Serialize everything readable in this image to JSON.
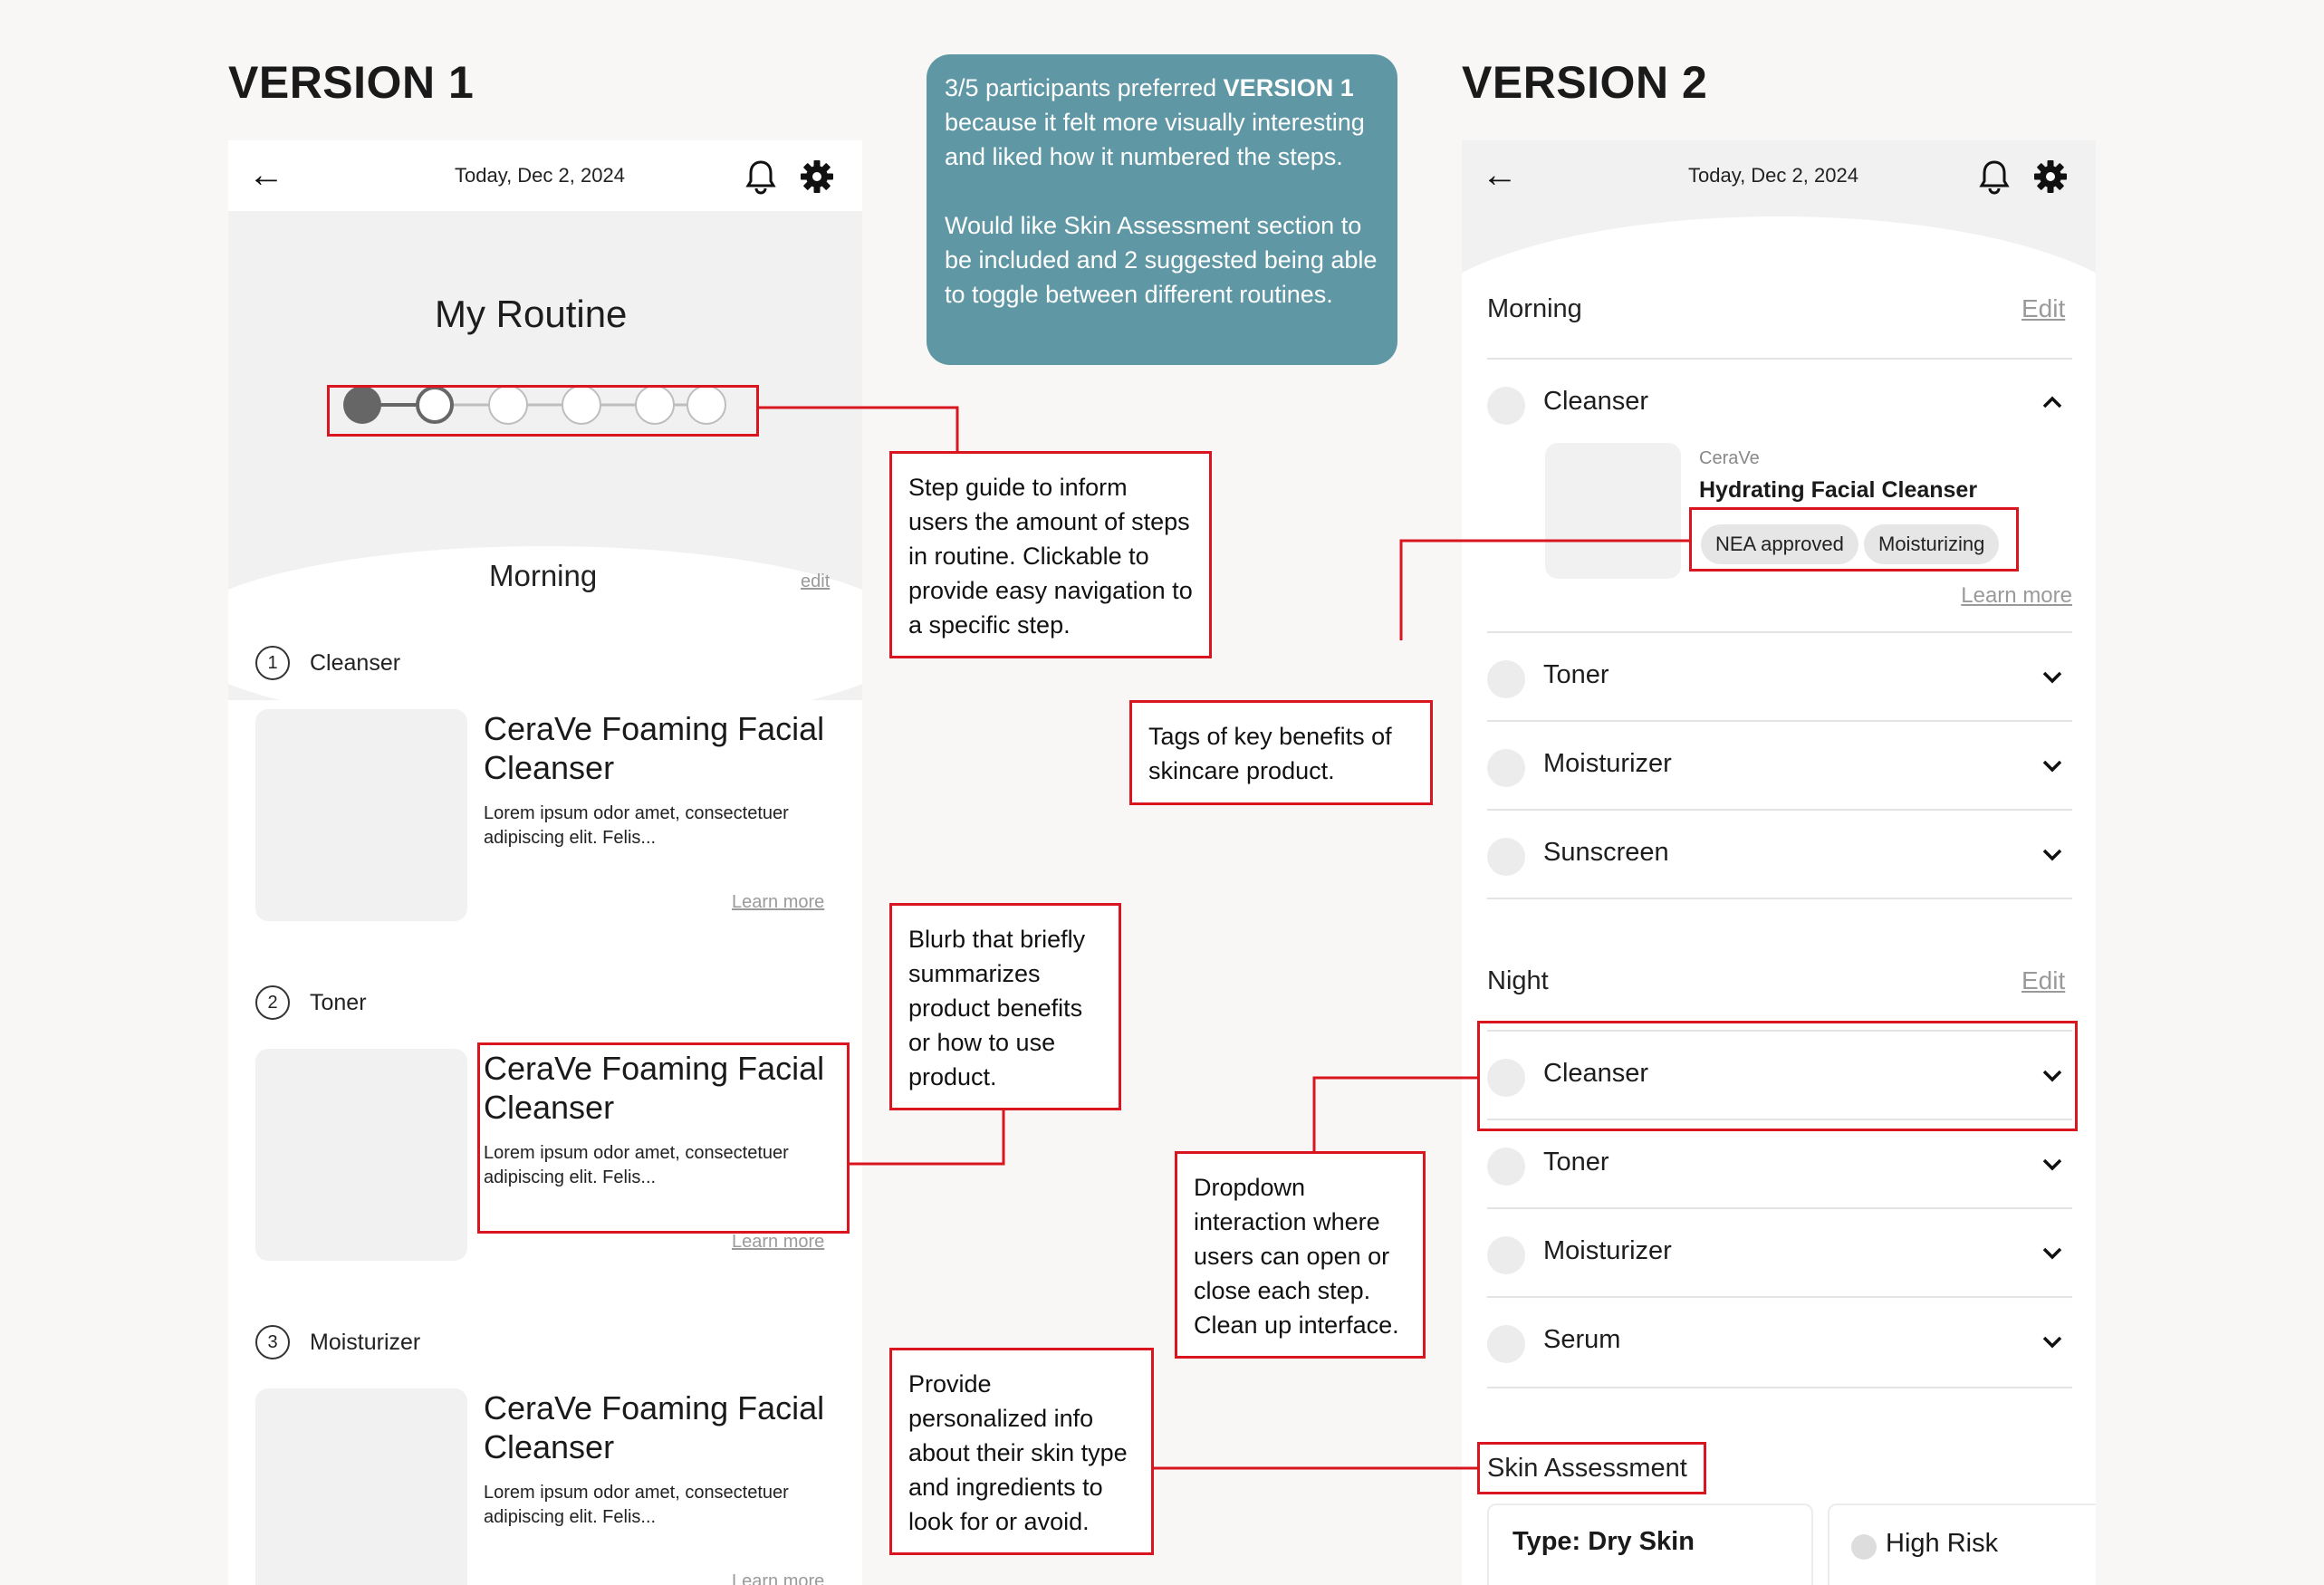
{
  "version1": {
    "heading": "VERSION 1",
    "date": "Today, Dec 2, 2024",
    "title": "My Routine",
    "morning_label": "Morning",
    "edit_label": "edit",
    "steps": [
      {
        "num": "1",
        "label": "Cleanser",
        "product": "CeraVe Foaming Facial Cleanser",
        "desc": "Lorem ipsum odor amet, consectetuer adipiscing elit. Felis...",
        "learn": "Learn more"
      },
      {
        "num": "2",
        "label": "Toner",
        "product": "CeraVe Foaming Facial Cleanser",
        "desc": "Lorem ipsum odor amet, consectetuer adipiscing elit. Felis...",
        "learn": "Learn more"
      },
      {
        "num": "3",
        "label": "Moisturizer",
        "product": "CeraVe Foaming Facial Cleanser",
        "desc": "Lorem ipsum odor amet, consectetuer adipiscing elit. Felis...",
        "learn": "Learn more"
      }
    ],
    "progress": {
      "total_steps": 6,
      "current_step": 2
    }
  },
  "version2": {
    "heading": "VERSION 2",
    "date": "Today, Dec 2, 2024",
    "morning": {
      "label": "Morning",
      "edit": "Edit",
      "items": [
        {
          "label": "Cleanser",
          "expanded": true
        },
        {
          "label": "Toner",
          "expanded": false
        },
        {
          "label": "Moisturizer",
          "expanded": false
        },
        {
          "label": "Sunscreen",
          "expanded": false
        }
      ],
      "product": {
        "brand": "CeraVe",
        "name": "Hydrating Facial Cleanser",
        "tags": [
          "NEA approved",
          "Moisturizing"
        ],
        "learn": "Learn more"
      }
    },
    "night": {
      "label": "Night",
      "edit": "Edit",
      "items": [
        {
          "label": "Cleanser"
        },
        {
          "label": "Toner"
        },
        {
          "label": "Moisturizer"
        },
        {
          "label": "Serum"
        }
      ]
    },
    "skin_assessment": {
      "title": "Skin Assessment",
      "type_label": "Type: Dry Skin",
      "risk_label": "High Risk"
    }
  },
  "annotations": {
    "feedback": {
      "prefix": "3/5 participants preferred ",
      "bold": "VERSION 1",
      "suffix": " because it felt more visually interesting and liked how it numbered the steps.",
      "para2": "Would like Skin Assessment section to be included and 2 suggested being able to toggle between different routines."
    },
    "step_guide": "Step guide to inform users the amount of steps in routine. Clickable to provide easy navigation to a specific step.",
    "tags": "Tags of key benefits of skincare product.",
    "blurb": "Blurb that briefly summarizes product benefits or how to use product.",
    "dropdown": "Dropdown interaction where users can open or close each step. Clean up interface.",
    "personalized": "Provide personalized info about their skin type and ingredients to look for or avoid."
  },
  "colors": {
    "annotation_red": "#d9161f",
    "teal": "#5f98a4",
    "placeholder_gray": "#f1f1f1"
  }
}
